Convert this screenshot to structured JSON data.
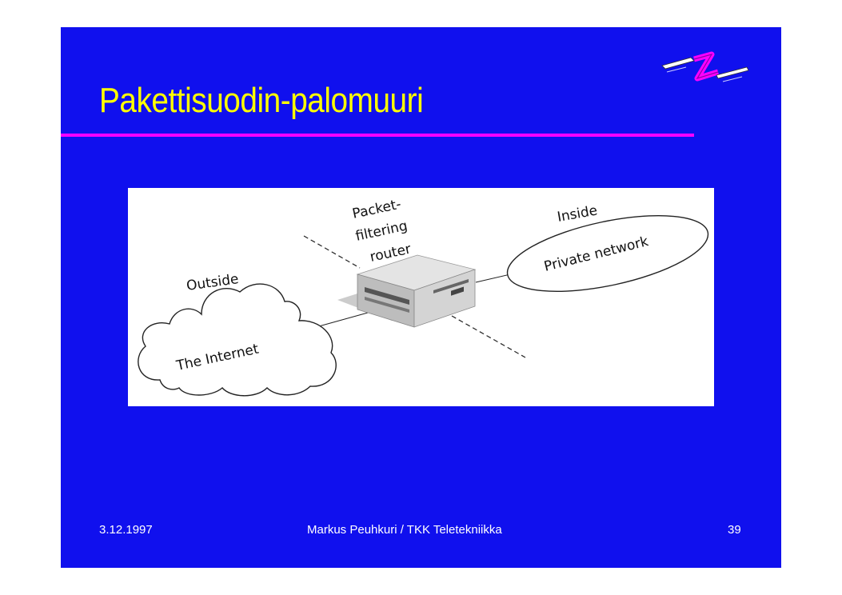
{
  "slide": {
    "title": "Pakettisuodin-palomuuri",
    "accent_color": "#ff00ff",
    "title_color": "#ffff00",
    "background_color": "#1010ee",
    "logo_icon": "tkk-z-logo"
  },
  "diagram": {
    "outside_label": "Outside",
    "internet_label": "The Internet",
    "router_label_line1": "Packet-",
    "router_label_line2": "filtering",
    "router_label_line3": "router",
    "inside_label": "Inside",
    "private_label": "Private network"
  },
  "footer": {
    "date": "3.12.1997",
    "author": "Markus Peuhkuri / TKK Teletekniikka",
    "page": "39"
  }
}
